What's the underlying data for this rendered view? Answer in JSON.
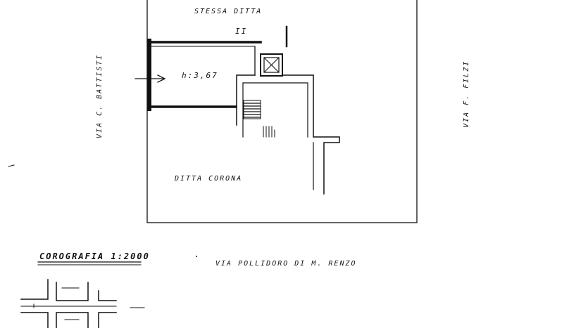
{
  "labels": {
    "top_neighbor": "STESSA DITTA",
    "bottom_neighbor": "DITTA CORONA",
    "height": "h:3,67",
    "left_street": "VIA C. BATTISTI",
    "right_street": "VIA F. FILZI",
    "bottom_street": "VIA POLLIDORO DI M. RENZO",
    "map_title": "COROGRAFIA 1:2000",
    "marker": "II"
  }
}
